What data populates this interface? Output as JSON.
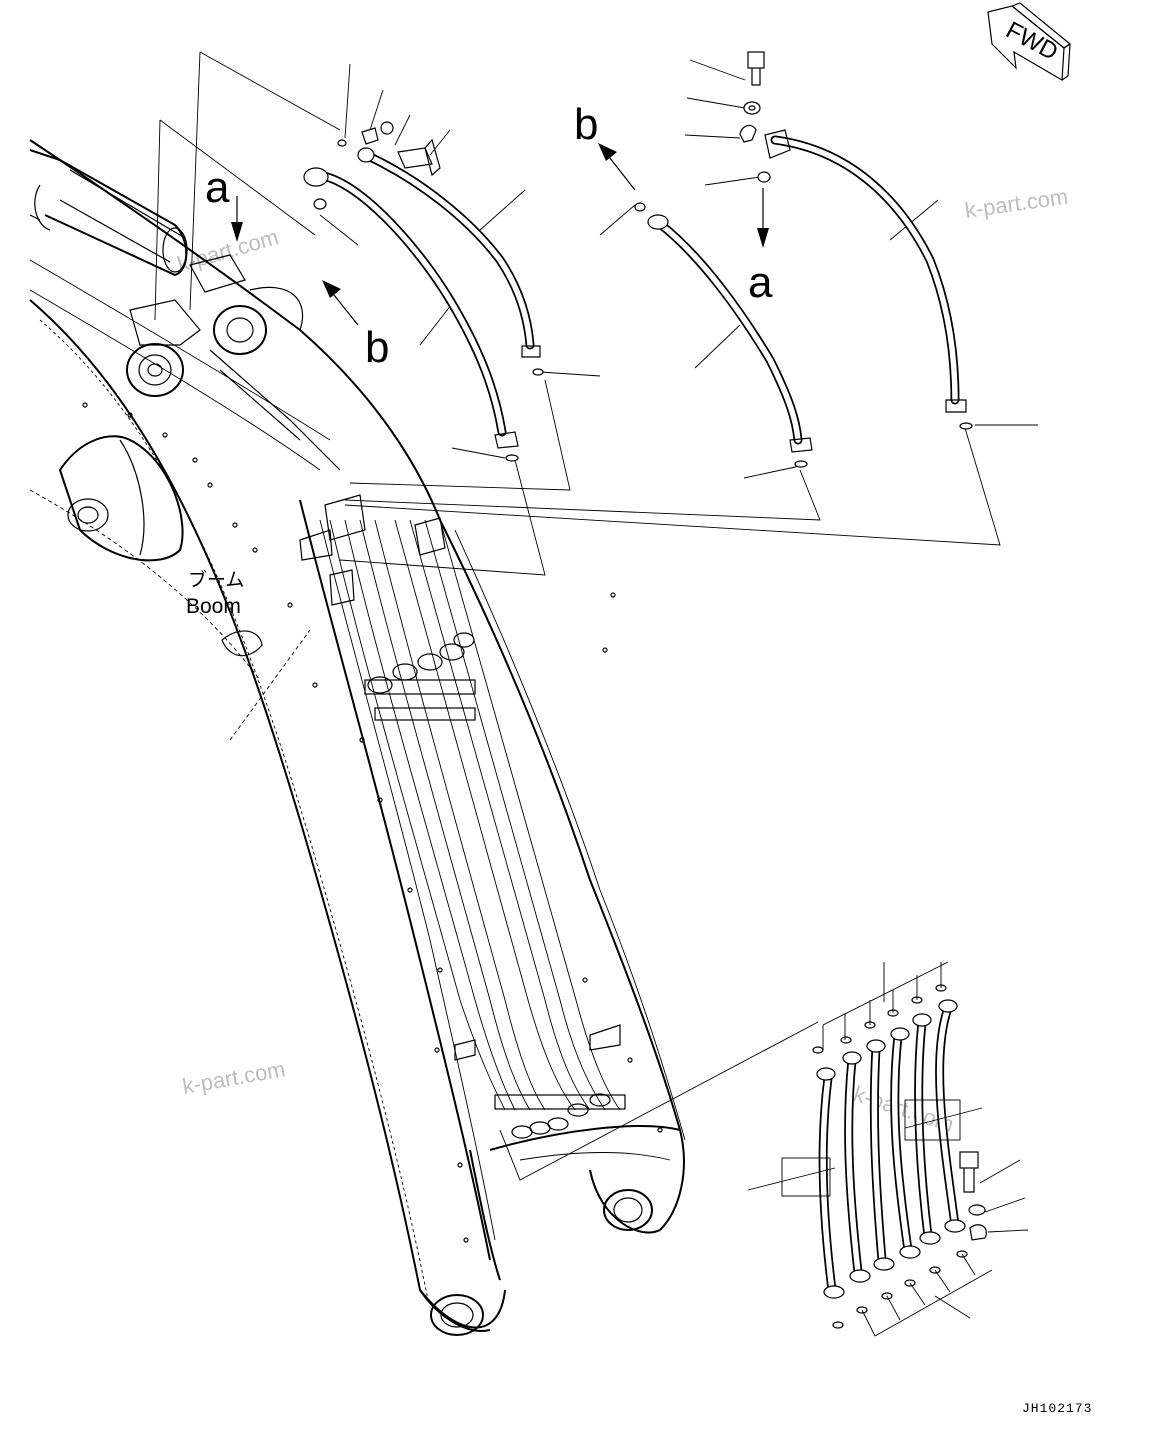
{
  "diagram": {
    "fwd_label": "FWD",
    "boom_label_jp": "ブーム",
    "boom_label_en": "Boom",
    "view_labels": [
      "a",
      "b",
      "b",
      "a"
    ],
    "watermarks": [
      "k-part.com",
      "k-part.com",
      "k-part.com",
      "k-part.com"
    ],
    "drawing_code": "JH102173"
  }
}
